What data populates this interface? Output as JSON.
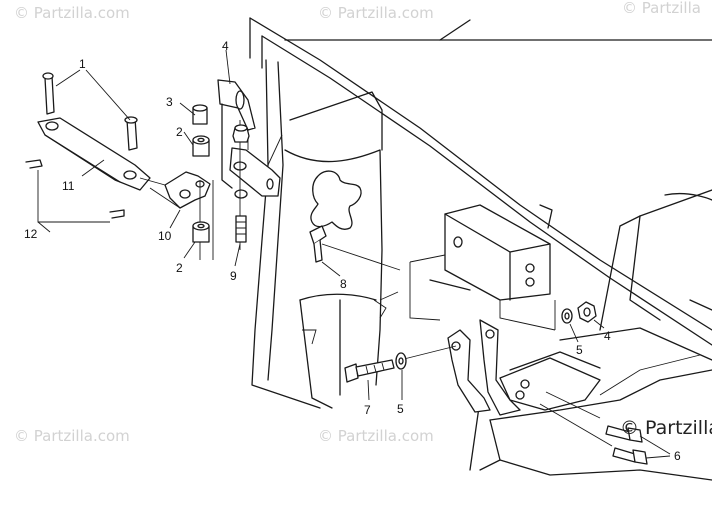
{
  "watermarks": [
    {
      "text": "© Partzilla.com",
      "pos": "top-left"
    },
    {
      "text": "© Partzilla.com",
      "pos": "top-center"
    },
    {
      "text": "© Partzilla",
      "pos": "top-right"
    },
    {
      "text": "© Partzilla.com",
      "pos": "bottom-left"
    },
    {
      "text": "© Partzilla.com",
      "pos": "bottom-center"
    }
  ],
  "brand_mark": "© Partzilla",
  "callouts": {
    "c1": "1",
    "c2a": "2",
    "c2b": "2",
    "c3": "3",
    "c4a": "4",
    "c4b": "4",
    "c5a": "5",
    "c5b": "5",
    "c6": "6",
    "c7": "7",
    "c8": "8",
    "c9": "9",
    "c10": "10",
    "c11": "11",
    "c12": "12"
  }
}
